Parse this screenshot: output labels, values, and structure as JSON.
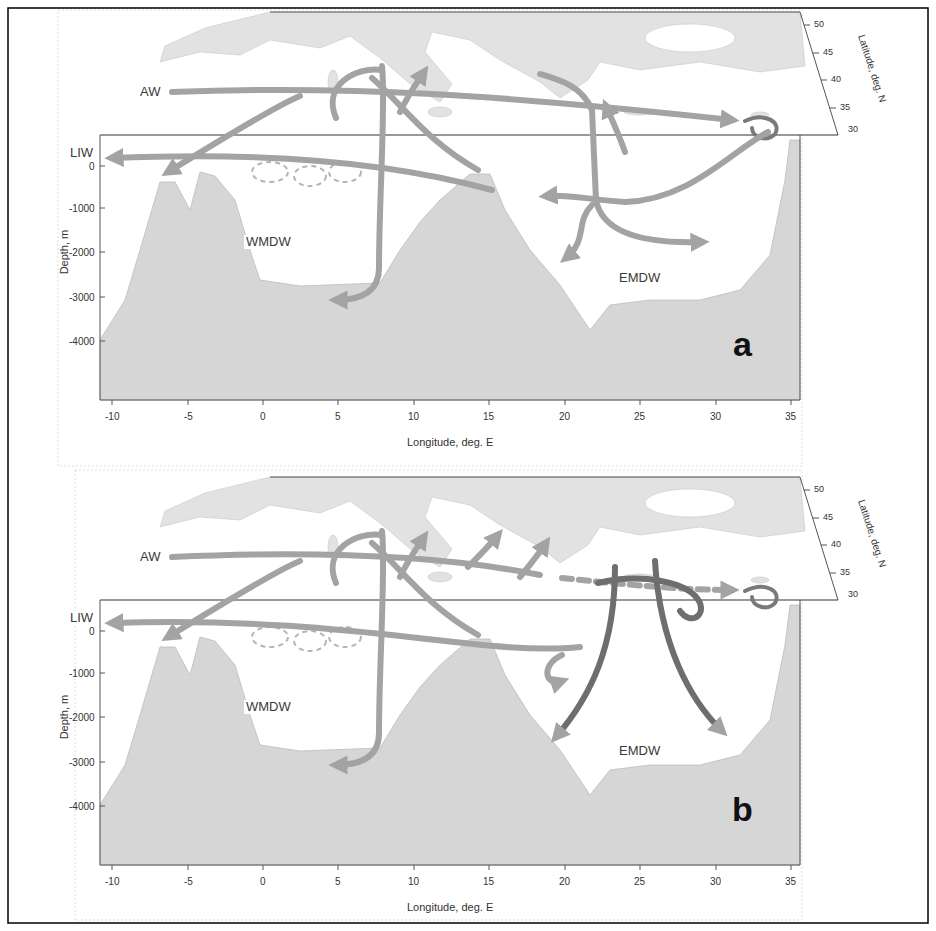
{
  "diagram": {
    "labels": [
      "AW",
      "LIW",
      "WMDW",
      "EMDW",
      "0",
      "-1000",
      "-2000",
      "-3000",
      "-4000",
      "Depth, m",
      "-10",
      "-5",
      "0",
      "5",
      "10",
      "15",
      "20",
      "25",
      "30",
      "35",
      "Longitude, deg. E",
      "50",
      "45",
      "40",
      "35",
      "30",
      "Latitude, deg. N",
      "a",
      "AW",
      "LIW",
      "WMDW",
      "EMDW",
      "0",
      "-1000",
      "-2000",
      "-3000",
      "-4000",
      "Depth, m",
      "-10",
      "-5",
      "0",
      "5",
      "10",
      "15",
      "20",
      "25",
      "30",
      "35",
      "Longitude, deg. E",
      "50",
      "45",
      "40",
      "35",
      "30",
      "Latitude, deg. N",
      "b"
    ]
  }
}
